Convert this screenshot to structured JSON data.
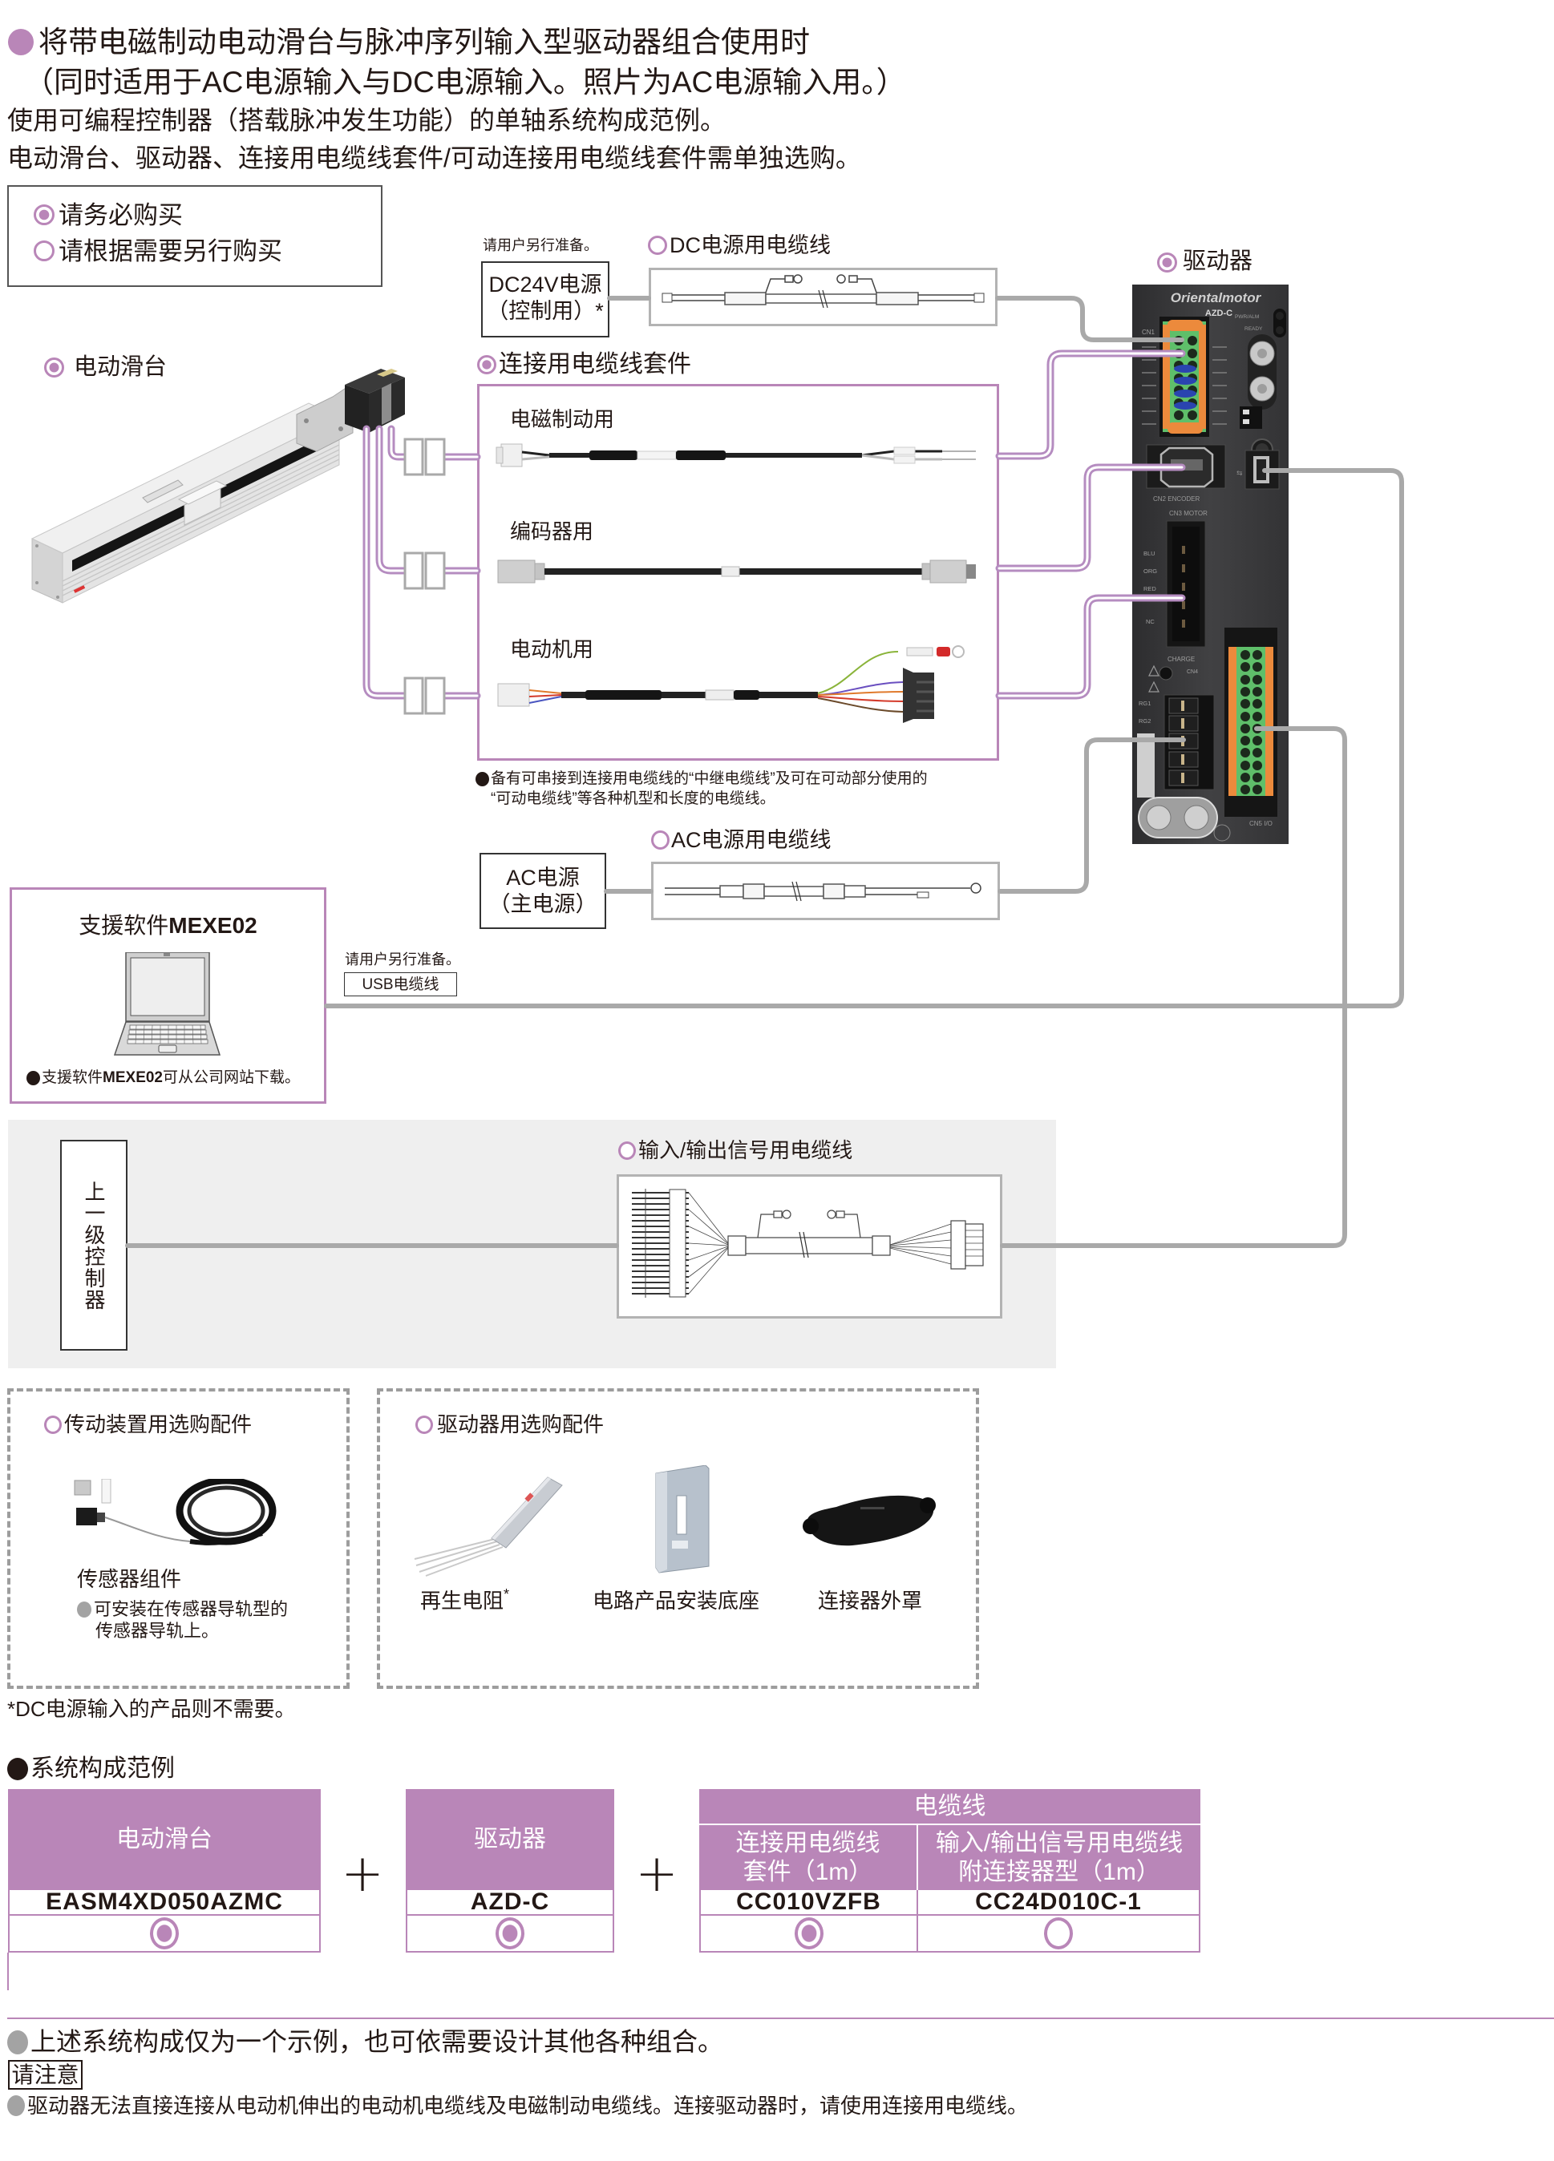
{
  "colors": {
    "accent_purple": "#b986b8",
    "line_purple": "#b58cc0",
    "line_gray": "#a9a9a9",
    "panel_gray": "#efefef",
    "text": "#231815",
    "bullet_gray": "#a3a3a3"
  },
  "header": {
    "title_line1": "将带电磁制动电动滑台与脉冲序列输入型驱动器组合使用时",
    "title_line2": "（同时适用于AC电源输入与DC电源输入。照片为AC电源输入用。）",
    "desc_line1": "使用可编程控制器（搭载脉冲发生功能）的单轴系统构成范例。",
    "desc_line2": "电动滑台、驱动器、连接用电缆线套件/可动连接用电缆线套件需单独选购。"
  },
  "legend": {
    "required": {
      "icon": "purchase-required-icon",
      "label": "请务必购买"
    },
    "optional": {
      "icon": "purchase-optional-icon",
      "label": "请根据需要另行购买"
    }
  },
  "diagram": {
    "dc_power_supply": {
      "note": "请用户另行准备。",
      "line1": "DC24V电源",
      "line2": "（控制用）*"
    },
    "dc_power_cable": {
      "purchase": "optional",
      "label": "DC电源用电缆线"
    },
    "driver": {
      "purchase": "required",
      "label": "驱动器",
      "image_text": {
        "brand": "Orientalmotor",
        "model": "AZD-C",
        "cn1": "CN1",
        "pwr_alm": "PWR/ALM",
        "ready": "READY",
        "cn2": "CN2 ENCODER",
        "cn3": "CN3 MOTOR",
        "motor_pins": [
          "BLU",
          "ORG",
          "RED",
          "NC"
        ],
        "charge": "CHARGE",
        "cn4": "CN4",
        "rg1": "RG1",
        "rg2": "RG2",
        "cn5": "CN5 I/O"
      }
    },
    "slider": {
      "purchase": "required",
      "label": "电动滑台"
    },
    "cable_kit": {
      "purchase": "required",
      "label": "连接用电缆线套件",
      "items": [
        {
          "label": "电磁制动用"
        },
        {
          "label": "编码器用"
        },
        {
          "label": "电动机用"
        }
      ],
      "note_line1": "备有可串接到连接用电缆线的“中继电缆线”及可在可动部分使用的",
      "note_line2": "“可动电缆线”等各种机型和长度的电缆线。"
    },
    "ac_power_supply": {
      "line1": "AC电源",
      "line2": "（主电源）"
    },
    "ac_power_cable": {
      "purchase": "optional",
      "label": "AC电源用电缆线"
    },
    "support_software": {
      "title_prefix": "支援软件",
      "title_name": "MEXE02",
      "note_prefix": "支援软件",
      "note_name": "MEXE02",
      "note_suffix": "可从公司网站下载。"
    },
    "usb_cable": {
      "note": "请用户另行准备。",
      "label": "USB电缆线"
    },
    "host_controller": {
      "label": "上一级控制器"
    },
    "io_cable": {
      "purchase": "optional",
      "label": "输入/输出信号用电缆线"
    }
  },
  "accessories": {
    "actuator_options": {
      "purchase": "optional",
      "title": "传动装置用选购配件",
      "items": [
        {
          "label": "传感器组件",
          "note_line1": "可安装在传感器导轨型的",
          "note_line2": "传感器导轨上。"
        }
      ]
    },
    "driver_options": {
      "purchase": "optional",
      "title": "驱动器用选购配件",
      "items": [
        {
          "label": "再生电阻",
          "mark": "*"
        },
        {
          "label": "电路产品安装底座"
        },
        {
          "label": "连接器外罩"
        }
      ]
    },
    "footnote": "*DC电源输入的产品则不需要。"
  },
  "system_example": {
    "title": "系统构成范例",
    "plus_sign": "+",
    "cable_group_header": "电缆线",
    "columns": [
      {
        "header": "电动滑台",
        "part_number": "EASM4XD050AZMC",
        "purchase": "required"
      },
      {
        "header": "驱动器",
        "part_number": "AZD-C",
        "purchase": "required"
      },
      {
        "header_line1": "连接用电缆线",
        "header_line2": "套件（1m）",
        "part_number": "CC010VZFB",
        "purchase": "required"
      },
      {
        "header_line1": "输入/输出信号用电缆线",
        "header_line2": "附连接器型（1m）",
        "part_number": "CC24D010C-1",
        "purchase": "optional"
      }
    ]
  },
  "notes": {
    "example_note": "上述系统构成仅为一个示例，也可依需要设计其他各种组合。",
    "caution_label": "请注意",
    "caution_text": "驱动器无法直接连接从电动机伸出的电动机电缆线及电磁制动电缆线。连接驱动器时，请使用连接用电缆线。"
  }
}
